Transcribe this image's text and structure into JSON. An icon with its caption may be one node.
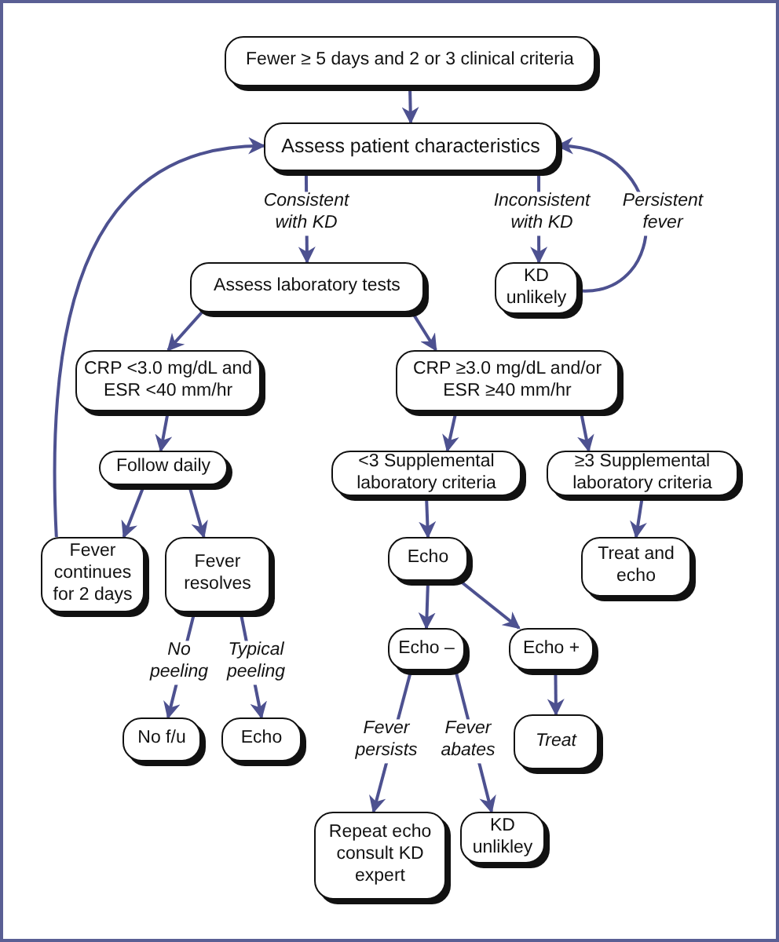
{
  "diagram": {
    "nodes": [
      {
        "text": [
          "Fewer ≥ 5 days and 2 or 3 clinical criteria"
        ]
      },
      {
        "text": [
          "Assess patient characteristics"
        ]
      },
      {
        "text": [
          "Assess laboratory tests"
        ]
      },
      {
        "text": [
          "KD unlikely"
        ]
      },
      {
        "text": [
          "CRP <3.0 mg/dL and ESR <40 mm/hr"
        ]
      },
      {
        "text": [
          "CRP ≥3.0 mg/dL and/or ESR ≥40 mm/hr"
        ]
      },
      {
        "text": [
          "Follow daily"
        ]
      },
      {
        "text": [
          "<3 Supplemental laboratory criteria"
        ]
      },
      {
        "text": [
          "≥3 Supplemental laboratory criteria"
        ]
      },
      {
        "text": [
          "Fever continues for 2 days"
        ]
      },
      {
        "text": [
          "Fever resolves"
        ]
      },
      {
        "text": [
          "Echo"
        ]
      },
      {
        "text": [
          "Treat and echo"
        ]
      },
      {
        "text": [
          "Echo –"
        ]
      },
      {
        "text": [
          "Echo +"
        ]
      },
      {
        "text": [
          "No f/u"
        ]
      },
      {
        "text": [
          "Echo"
        ]
      },
      {
        "text": [
          "Treat"
        ]
      },
      {
        "text": [
          "Repeat echo consult KD expert"
        ]
      },
      {
        "text": [
          "KD unlikley"
        ]
      }
    ],
    "edges": [
      {
        "from": 0,
        "to": 1,
        "arrow": "to"
      },
      {
        "from": 1,
        "to": 2,
        "arrow": "to",
        "label": "Consistent with KD"
      },
      {
        "from": 1,
        "to": 3,
        "arrow": "to",
        "label": "Inconsistent with KD"
      },
      {
        "from": 3,
        "to": 1,
        "arrow": "to",
        "label": "Persistent fever"
      },
      {
        "from": 2,
        "to": 4,
        "arrow": "to"
      },
      {
        "from": 2,
        "to": 5,
        "arrow": "to"
      },
      {
        "from": 4,
        "to": 6,
        "arrow": "to"
      },
      {
        "from": 5,
        "to": 7,
        "arrow": "to"
      },
      {
        "from": 5,
        "to": 8,
        "arrow": "to"
      },
      {
        "from": 6,
        "to": 9,
        "arrow": "to"
      },
      {
        "from": 6,
        "to": 10,
        "arrow": "to"
      },
      {
        "from": 9,
        "to": 1,
        "arrow": "to"
      },
      {
        "from": 7,
        "to": 11,
        "arrow": "to"
      },
      {
        "from": 8,
        "to": 12,
        "arrow": "to"
      },
      {
        "from": 11,
        "to": 13,
        "arrow": "to"
      },
      {
        "from": 11,
        "to": 14,
        "arrow": "to"
      },
      {
        "from": 10,
        "to": 15,
        "arrow": "to",
        "label": "No peeling"
      },
      {
        "from": 10,
        "to": 16,
        "arrow": "to",
        "label": "Typical peeling"
      },
      {
        "from": 14,
        "to": 17,
        "arrow": "to"
      },
      {
        "from": 13,
        "to": 18,
        "arrow": "to",
        "label": "Fever persists"
      },
      {
        "from": 13,
        "to": 19,
        "arrow": "to",
        "label": "Fever abates"
      }
    ]
  }
}
